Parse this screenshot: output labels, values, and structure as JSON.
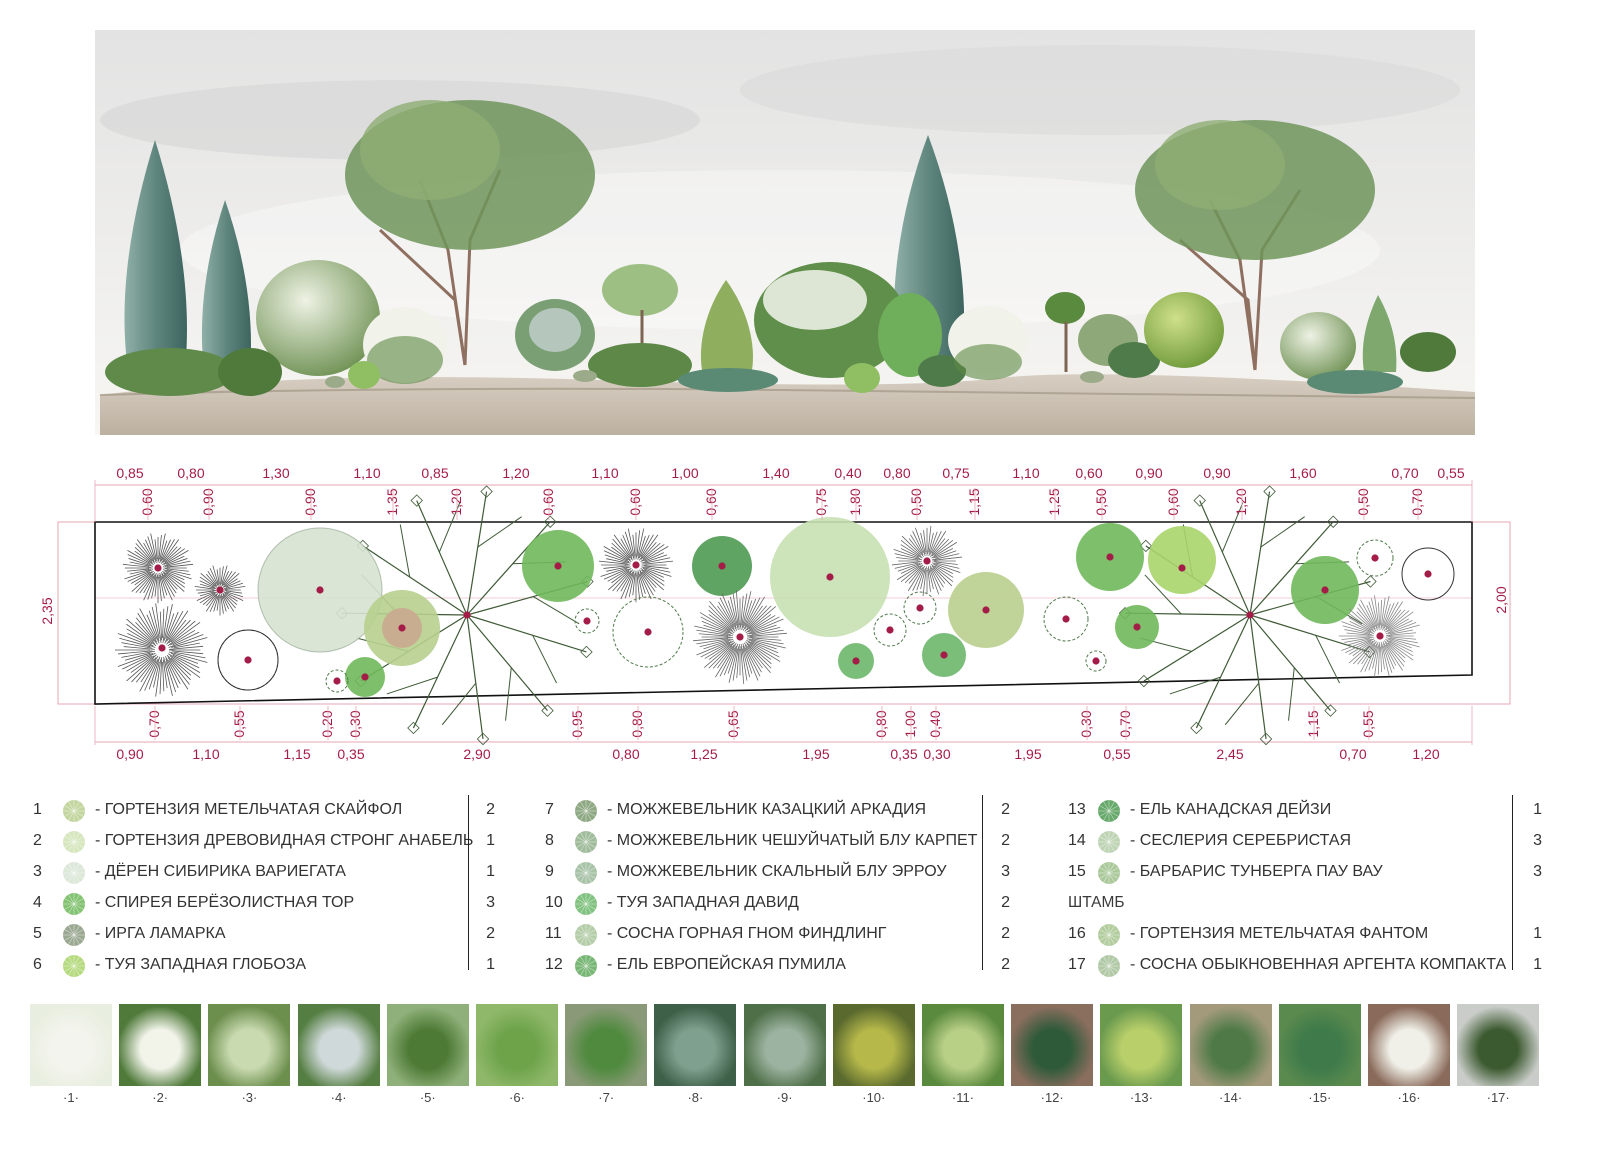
{
  "top_dims": [
    "0,85",
    "0,80",
    "1,30",
    "1,10",
    "0,85",
    "1,20",
    "1,10",
    "1,00",
    "1,40",
    "0,40",
    "0,80",
    "0,75",
    "1,10",
    "0,60",
    "0,90",
    "0,90",
    "1,60",
    "0,70",
    "0,55"
  ],
  "top_vdims": [
    "0,60",
    "0,90",
    "0,90",
    "1,35",
    "1,20",
    "0,60",
    "0,60",
    "0,60",
    "0,75",
    "1,80",
    "0,50",
    "1,15",
    "1,25",
    "0,50",
    "0,60",
    "1,20",
    "0,50",
    "0,70"
  ],
  "bottom_vdims": [
    "0,70",
    "0,55",
    "0,20",
    "0,30",
    "0,95",
    "0,80",
    "0,65",
    "0,80",
    "1,00",
    "0,40",
    "0,30",
    "0,70",
    "1,15",
    "0,55"
  ],
  "bottom_dims": [
    "0,90",
    "1,10",
    "1,15",
    "0,35",
    "2,90",
    "0,80",
    "1,25",
    "1,95",
    "0,35",
    "0,30",
    "1,95",
    "0,55",
    "2,45",
    "0,70",
    "1,20"
  ],
  "left_dim": "2,35",
  "right_dim": "2,00",
  "legend": {
    "col1": [
      {
        "num": "1",
        "name": "ГОРТЕНЗИЯ МЕТЕЛЬЧАТАЯ СКАЙФОЛ",
        "qty": "2",
        "icon": "hydrangea-icon",
        "color": "#b9cf8e"
      },
      {
        "num": "2",
        "name": "ГОРТЕНЗИЯ ДРЕВОВИДНАЯ СТРОНГ АНАБЕЛЬ",
        "qty": "1",
        "icon": "hydrangea-tree-icon",
        "color": "#cfe3b5"
      },
      {
        "num": "3",
        "name": "ДЁРЕН СИБИРИКА ВАРИЕГАТА",
        "qty": "1",
        "icon": "dogwood-icon",
        "color": "#d7e4d2"
      },
      {
        "num": "4",
        "name": "СПИРЕЯ БЕРЁЗОЛИСТНАЯ ТОР",
        "qty": "3",
        "icon": "spirea-icon",
        "color": "#6fb85a"
      },
      {
        "num": "5",
        "name": "ИРГА ЛАМАРКА",
        "qty": "2",
        "icon": "serviceberry-icon",
        "color": "#8a9a80"
      },
      {
        "num": "6",
        "name": "ТУЯ ЗАПАДНАЯ ГЛОБОЗА",
        "qty": "1",
        "icon": "thuja-globe-icon",
        "color": "#a9d46a"
      }
    ],
    "col2": [
      {
        "num": "7",
        "name": "МОЖЖЕВЕЛЬНИК КАЗАЦКИЙ АРКАДИЯ",
        "qty": "2",
        "icon": "juniper-arcadia-icon",
        "color": "#7d9a70"
      },
      {
        "num": "8",
        "name": "МОЖЖЕВЕЛЬНИК ЧЕШУЙЧАТЫЙ БЛУ КАРПЕТ",
        "qty": "2",
        "icon": "juniper-carpet-icon",
        "color": "#8fb08a"
      },
      {
        "num": "9",
        "name": "МОЖЖЕВЕЛЬНИК СКАЛЬНЫЙ БЛУ ЭРРОУ",
        "qty": "3",
        "icon": "juniper-arrow-icon",
        "color": "#9ab89a"
      },
      {
        "num": "10",
        "name": "ТУЯ ЗАПАДНАЯ ДАВИД",
        "qty": "2",
        "icon": "thuja-david-icon",
        "color": "#6cb76a"
      },
      {
        "num": "11",
        "name": "СОСНА ГОРНАЯ ГНОМ ФИНДЛИНГ",
        "qty": "2",
        "icon": "pine-gnome-icon",
        "color": "#a8c49a"
      },
      {
        "num": "12",
        "name": "ЕЛЬ ЕВРОПЕЙСКАЯ ПУМИЛА",
        "qty": "2",
        "icon": "spruce-pumila-icon",
        "color": "#5fa95c"
      }
    ],
    "col3": [
      {
        "num": "13",
        "name": "ЕЛЬ КАНАДСКАЯ ДЕЙЗИ",
        "qty": "1",
        "icon": "spruce-daisy-icon",
        "color": "#4e9a52"
      },
      {
        "num": "14",
        "name": "СЕСЛЕРИЯ СЕРЕБРИСТАЯ",
        "qty": "3",
        "icon": "sesleria-icon",
        "color": "#b4cca8"
      },
      {
        "num": "15",
        "name": "БАРБАРИС ТУНБЕРГА ПАУ ВАУ",
        "qty": "3",
        "icon": "barberry-icon",
        "color": "#9cc08a"
      }
    ],
    "section_label": "ШТАМБ",
    "col3b": [
      {
        "num": "16",
        "name": "ГОРТЕНЗИЯ МЕТЕЛЬЧАТАЯ ФАНТОМ",
        "qty": "1",
        "icon": "hydrangea-phantom-icon",
        "color": "#a6c48e"
      },
      {
        "num": "17",
        "name": "СОСНА ОБЫКНОВЕННАЯ АРГЕНТА КОМПАКТА",
        "qty": "1",
        "icon": "pine-argenta-icon",
        "color": "#a3bf96"
      }
    ]
  },
  "photos": [
    {
      "cap": "·1·",
      "bg": "#e9efe0",
      "fg": "#f4f4ee"
    },
    {
      "cap": "·2·",
      "bg": "#4f7a3a",
      "fg": "#f2f4ea"
    },
    {
      "cap": "·3·",
      "bg": "#6d8f4e",
      "fg": "#c9dab0"
    },
    {
      "cap": "·4·",
      "bg": "#557e42",
      "fg": "#cfd9d9"
    },
    {
      "cap": "·5·",
      "bg": "#8fb07a",
      "fg": "#4d7a35"
    },
    {
      "cap": "·6·",
      "bg": "#8fb86a",
      "fg": "#6ea34a"
    },
    {
      "cap": "·7·",
      "bg": "#8a9a78",
      "fg": "#4f8a3e"
    },
    {
      "cap": "·8·",
      "bg": "#3e6048",
      "fg": "#7fa08e"
    },
    {
      "cap": "·9·",
      "bg": "#4f6f48",
      "fg": "#9bb3a0"
    },
    {
      "cap": "·10·",
      "bg": "#5a6a2e",
      "fg": "#b6b84a"
    },
    {
      "cap": "·11·",
      "bg": "#5a8a3e",
      "fg": "#b8cf86"
    },
    {
      "cap": "·12·",
      "bg": "#8a6e5e",
      "fg": "#2f5a3a"
    },
    {
      "cap": "·13·",
      "bg": "#6a9a4e",
      "fg": "#b9cf6a"
    },
    {
      "cap": "·14·",
      "bg": "#a29a7a",
      "fg": "#4f7a48"
    },
    {
      "cap": "·15·",
      "bg": "#5a8a4e",
      "fg": "#3e7a4a"
    },
    {
      "cap": "·16·",
      "bg": "#8a6a5a",
      "fg": "#f0f0e8"
    },
    {
      "cap": "·17·",
      "bg": "#c9ccc8",
      "fg": "#3c5a30"
    }
  ],
  "colors": {
    "dim": "#a41d48",
    "frame": "#e8a6b6",
    "outline": "#111111"
  }
}
